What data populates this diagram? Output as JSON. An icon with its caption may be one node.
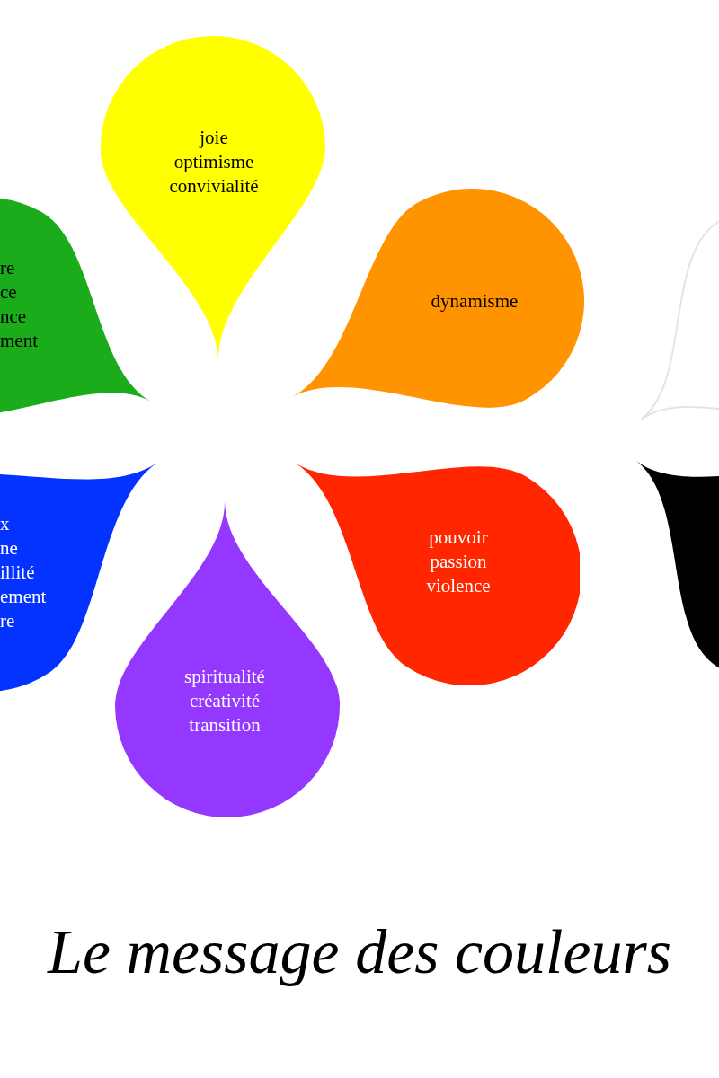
{
  "diagram": {
    "title": "Le message des couleurs",
    "nodes": [
      {
        "text": [
          "joie optimisme convivialité"
        ]
      },
      {
        "text": [
          "re ce nce ment"
        ]
      },
      {
        "text": [
          "dynamisme"
        ]
      },
      {
        "text": [
          "x ne illité ement re"
        ]
      },
      {
        "text": [
          "pouvoir passion violence"
        ]
      },
      {
        "text": [
          "spiritualité créativité transition"
        ]
      },
      {
        "text": [],
        "shape": "drop"
      },
      {
        "text": [],
        "shape": "drop"
      }
    ]
  }
}
